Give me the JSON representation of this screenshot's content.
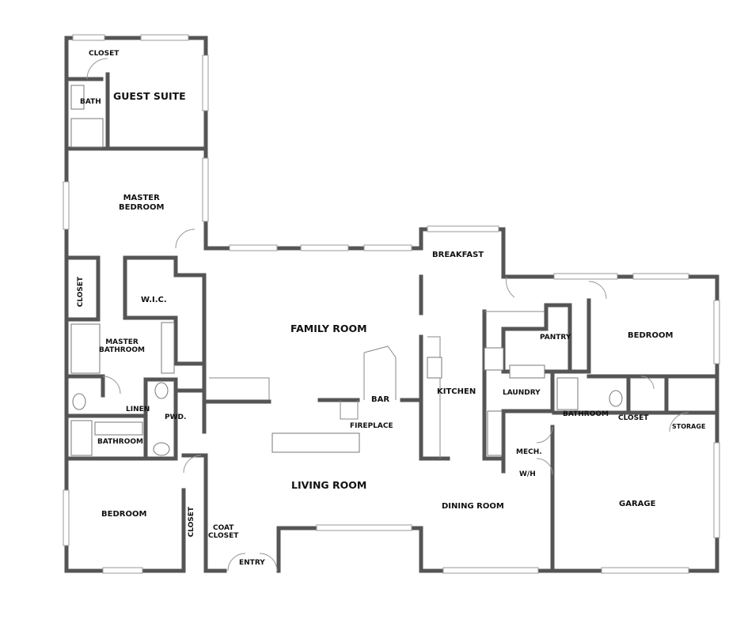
{
  "rooms": {
    "closet_top": "CLOSET",
    "guest_suite": "GUEST SUITE",
    "bath": "BATH",
    "master_bedroom": "MASTER\nBEDROOM",
    "closet_side": "CLOSET",
    "wic": "W.I.C.",
    "master_bathroom": "MASTER\nBATHROOM",
    "linen": "LINEN",
    "pwd": "PWD.",
    "bathroom_left": "BATHROOM",
    "bedroom_left": "BEDROOM",
    "closet_entry": "CLOSET",
    "coat_closet": "COAT\nCLOSET",
    "entry": "ENTRY",
    "family_room": "FAMILY ROOM",
    "breakfast": "BREAKFAST",
    "bar": "BAR",
    "fireplace": "FIREPLACE",
    "kitchen": "KITCHEN",
    "living_room": "LIVING ROOM",
    "dining_room": "DINING ROOM",
    "pantry": "PANTRY",
    "laundry": "LAUNDRY",
    "mech": "MECH.",
    "wh": "W/H",
    "bedroom_right": "BEDROOM",
    "bathroom_right": "BATHROOM",
    "closet_right": "CLOSET",
    "storage": "STORAGE",
    "garage": "GARAGE"
  }
}
